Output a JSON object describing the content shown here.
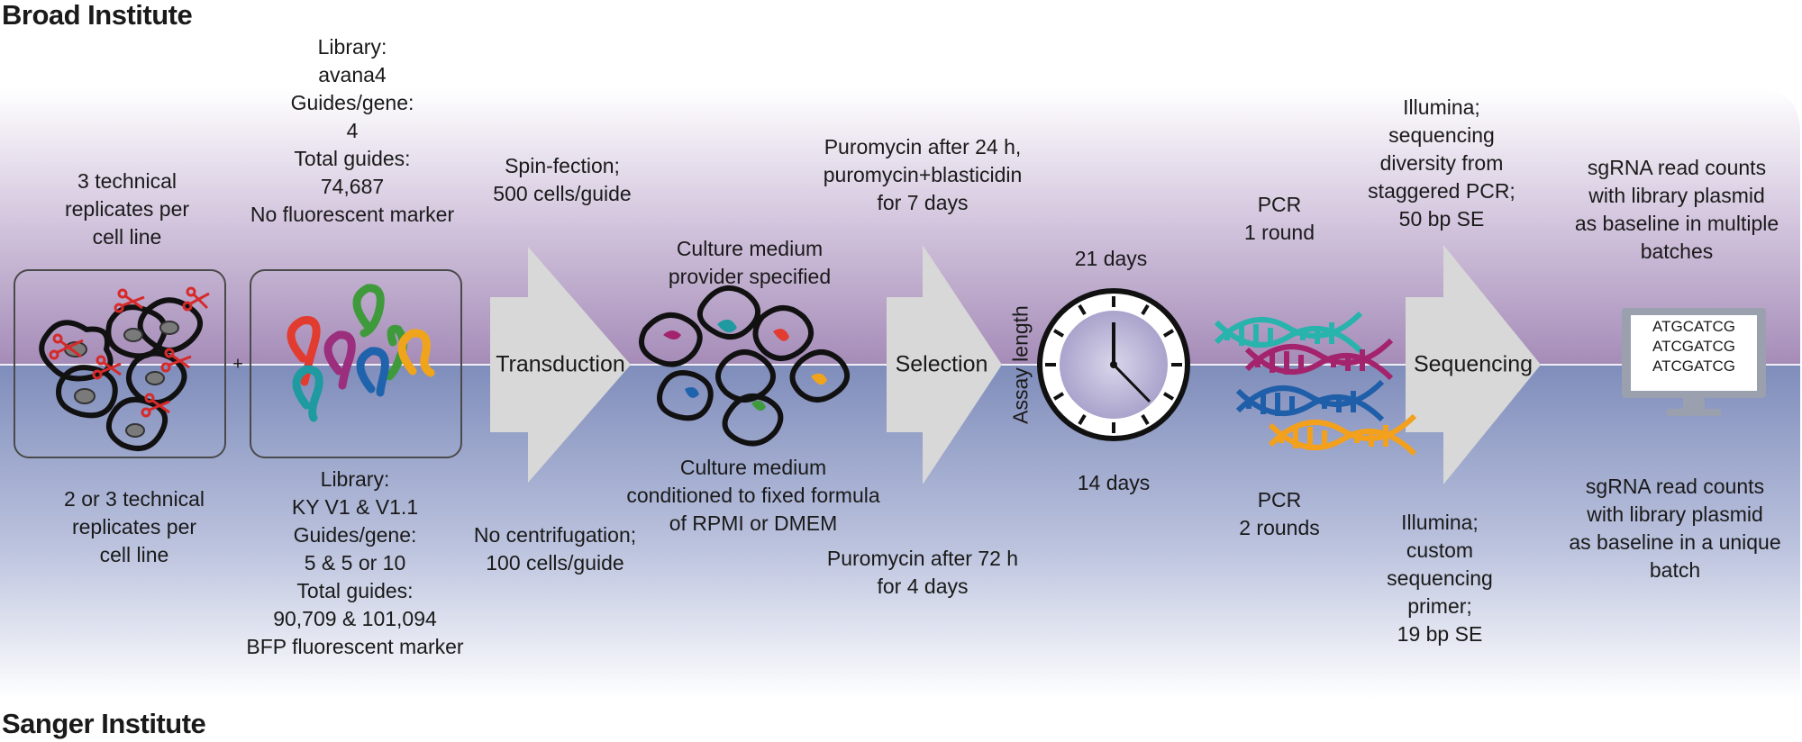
{
  "institutes": {
    "top": "Broad Institute",
    "bottom": "Sanger Institute"
  },
  "plus": "+",
  "steps": {
    "transduction": "Transduction",
    "selection": "Selection",
    "sequencing": "Sequencing"
  },
  "assay_axis": "Assay length",
  "broad": {
    "replicates": [
      "3 technical",
      "replicates per",
      "cell line"
    ],
    "library": [
      "Library:",
      "avana4",
      "Guides/gene:",
      "4",
      "Total guides:",
      "74,687",
      "No fluorescent marker"
    ],
    "transduction": [
      "Spin-fection;",
      "500 cells/guide"
    ],
    "culture": [
      "Culture medium",
      "provider specified"
    ],
    "selection": [
      "Puromycin after 24 h,",
      "puromycin+blasticidin",
      "for 7 days"
    ],
    "assay_length": "21 days",
    "pcr": [
      "PCR",
      "1 round"
    ],
    "sequencing": [
      "Illumina;",
      "sequencing",
      "diversity from",
      "staggered PCR;",
      "50 bp SE"
    ],
    "counts": [
      "sgRNA read counts",
      "with library plasmid",
      "as baseline in multiple",
      "batches"
    ]
  },
  "sanger": {
    "replicates": [
      "2 or 3 technical",
      "replicates per",
      "cell line"
    ],
    "library": [
      "Library:",
      "KY V1 & V1.1",
      "Guides/gene:",
      "5 & 5 or 10",
      "Total guides:",
      "90,709 & 101,094",
      "BFP fluorescent marker"
    ],
    "transduction": [
      "No centrifugation;",
      "100 cells/guide"
    ],
    "culture": [
      "Culture medium",
      "conditioned to fixed formula",
      "of RPMI or DMEM"
    ],
    "selection": [
      "Puromycin after 72 h",
      "for 4 days"
    ],
    "assay_length": "14 days",
    "pcr": [
      "PCR",
      "2 rounds"
    ],
    "sequencing": [
      "Illumina;",
      "custom",
      "sequencing",
      "primer;",
      "19 bp SE"
    ],
    "counts": [
      "sgRNA read counts",
      "with library plasmid",
      "as baseline in a unique",
      "batch"
    ]
  },
  "monitor_lines": [
    "ATGCATCG",
    "ATCGATCG",
    "ATCGATCG"
  ],
  "icons": [
    "cell-with-scissors-icon",
    "sgrna-guide-icon",
    "cell-icon",
    "clock-icon",
    "dna-helix-icon",
    "monitor-icon"
  ],
  "colors": {
    "broad_band": "#a890bb",
    "sanger_band": "#8593bd",
    "arrow": "#d8d8d8",
    "scissors": "#d62a2a",
    "guide_red": "#e23b2f",
    "guide_purple": "#9b2e7d",
    "guide_green": "#3f9a3b",
    "guide_teal": "#1f9aa0",
    "guide_blue": "#1f63ad",
    "guide_orange": "#f0a41c",
    "dna_teal": "#28b3ad",
    "dna_magenta": "#a3246d",
    "dna_blue": "#1f5ea8",
    "dna_orange": "#f3a01d",
    "clock_face": "#b7b1d4"
  }
}
